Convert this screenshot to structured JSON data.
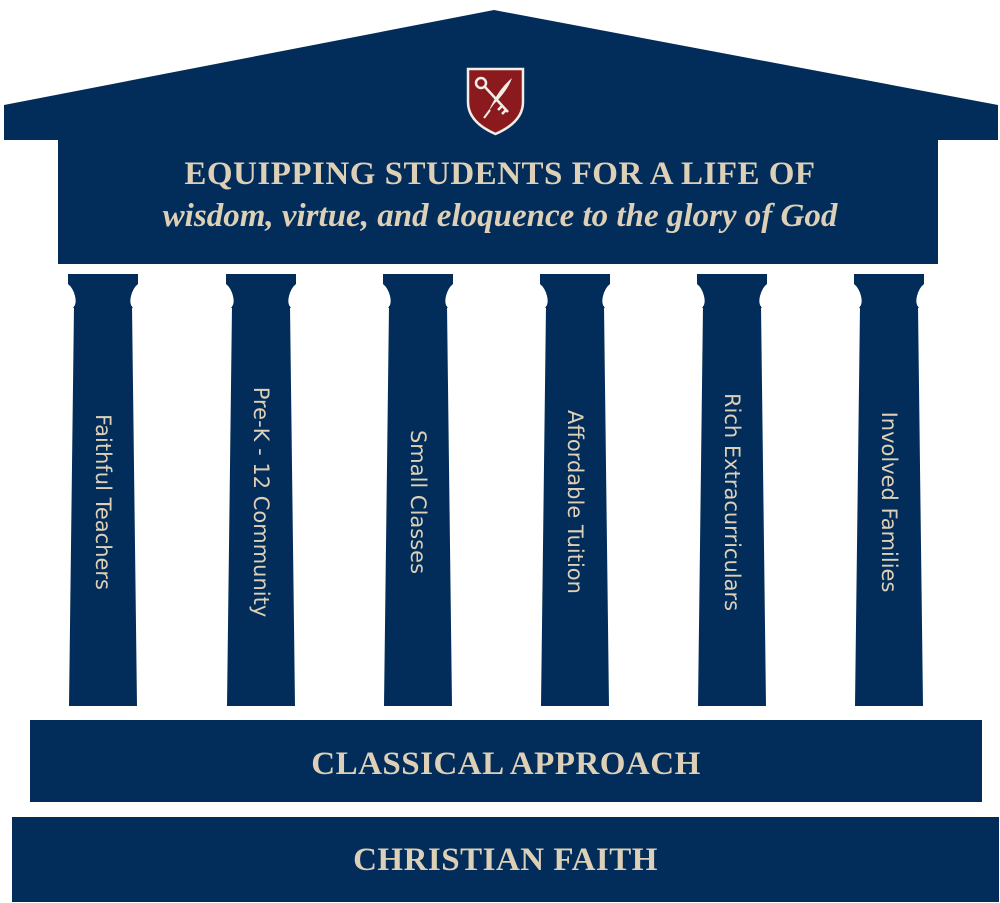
{
  "colors": {
    "navy": "#022d5a",
    "cream": "#ddd0b6",
    "crest_red": "#8b1a1e"
  },
  "crest": {
    "icon": "crossed-keys-and-quill-shield-icon"
  },
  "headline": {
    "line1": "EQUIPPING STUDENTS FOR A LIFE OF",
    "line2": "wisdom, virtue, and eloquence to the glory of God"
  },
  "pillars": [
    {
      "label": "Faithful Teachers"
    },
    {
      "label": "Pre-K - 12 Community"
    },
    {
      "label": "Small Classes"
    },
    {
      "label": "Affordable Tuition"
    },
    {
      "label": "Rich Extracurriculars"
    },
    {
      "label": "Involved Families"
    }
  ],
  "foundation": {
    "upper": "CLASSICAL APPROACH",
    "lower": "CHRISTIAN FAITH"
  }
}
